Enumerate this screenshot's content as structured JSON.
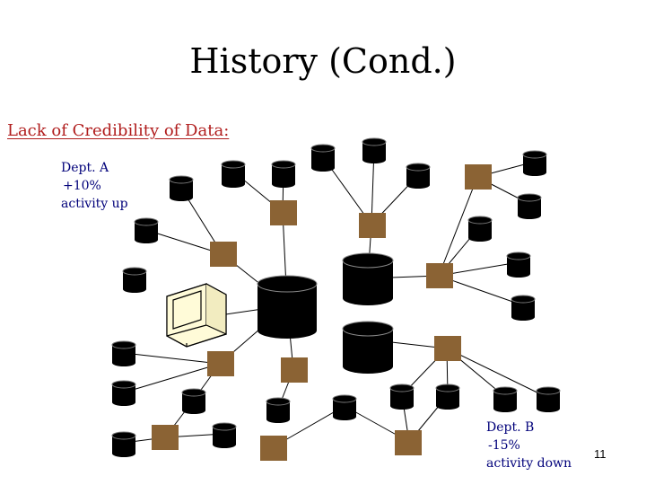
{
  "slide": {
    "title": "History (Cond.)",
    "subtitle": "Lack of Credibility of Data:",
    "dept_a": {
      "name": "Dept. A",
      "change": "+10%",
      "note": "activity up"
    },
    "dept_b": {
      "name": "Dept. B",
      "change": "-15%",
      "note": "activity down"
    },
    "page_number": "11"
  },
  "colors": {
    "title": "#000000",
    "subtitle": "#b01c1c",
    "dept_label": "#00007a",
    "extract_box": "#8b6334",
    "database": "#000000",
    "terminal": "#fffbd8"
  },
  "icons": {
    "database": "cylinder",
    "extract_program": "brown-square",
    "terminal": "pc-monitor"
  }
}
